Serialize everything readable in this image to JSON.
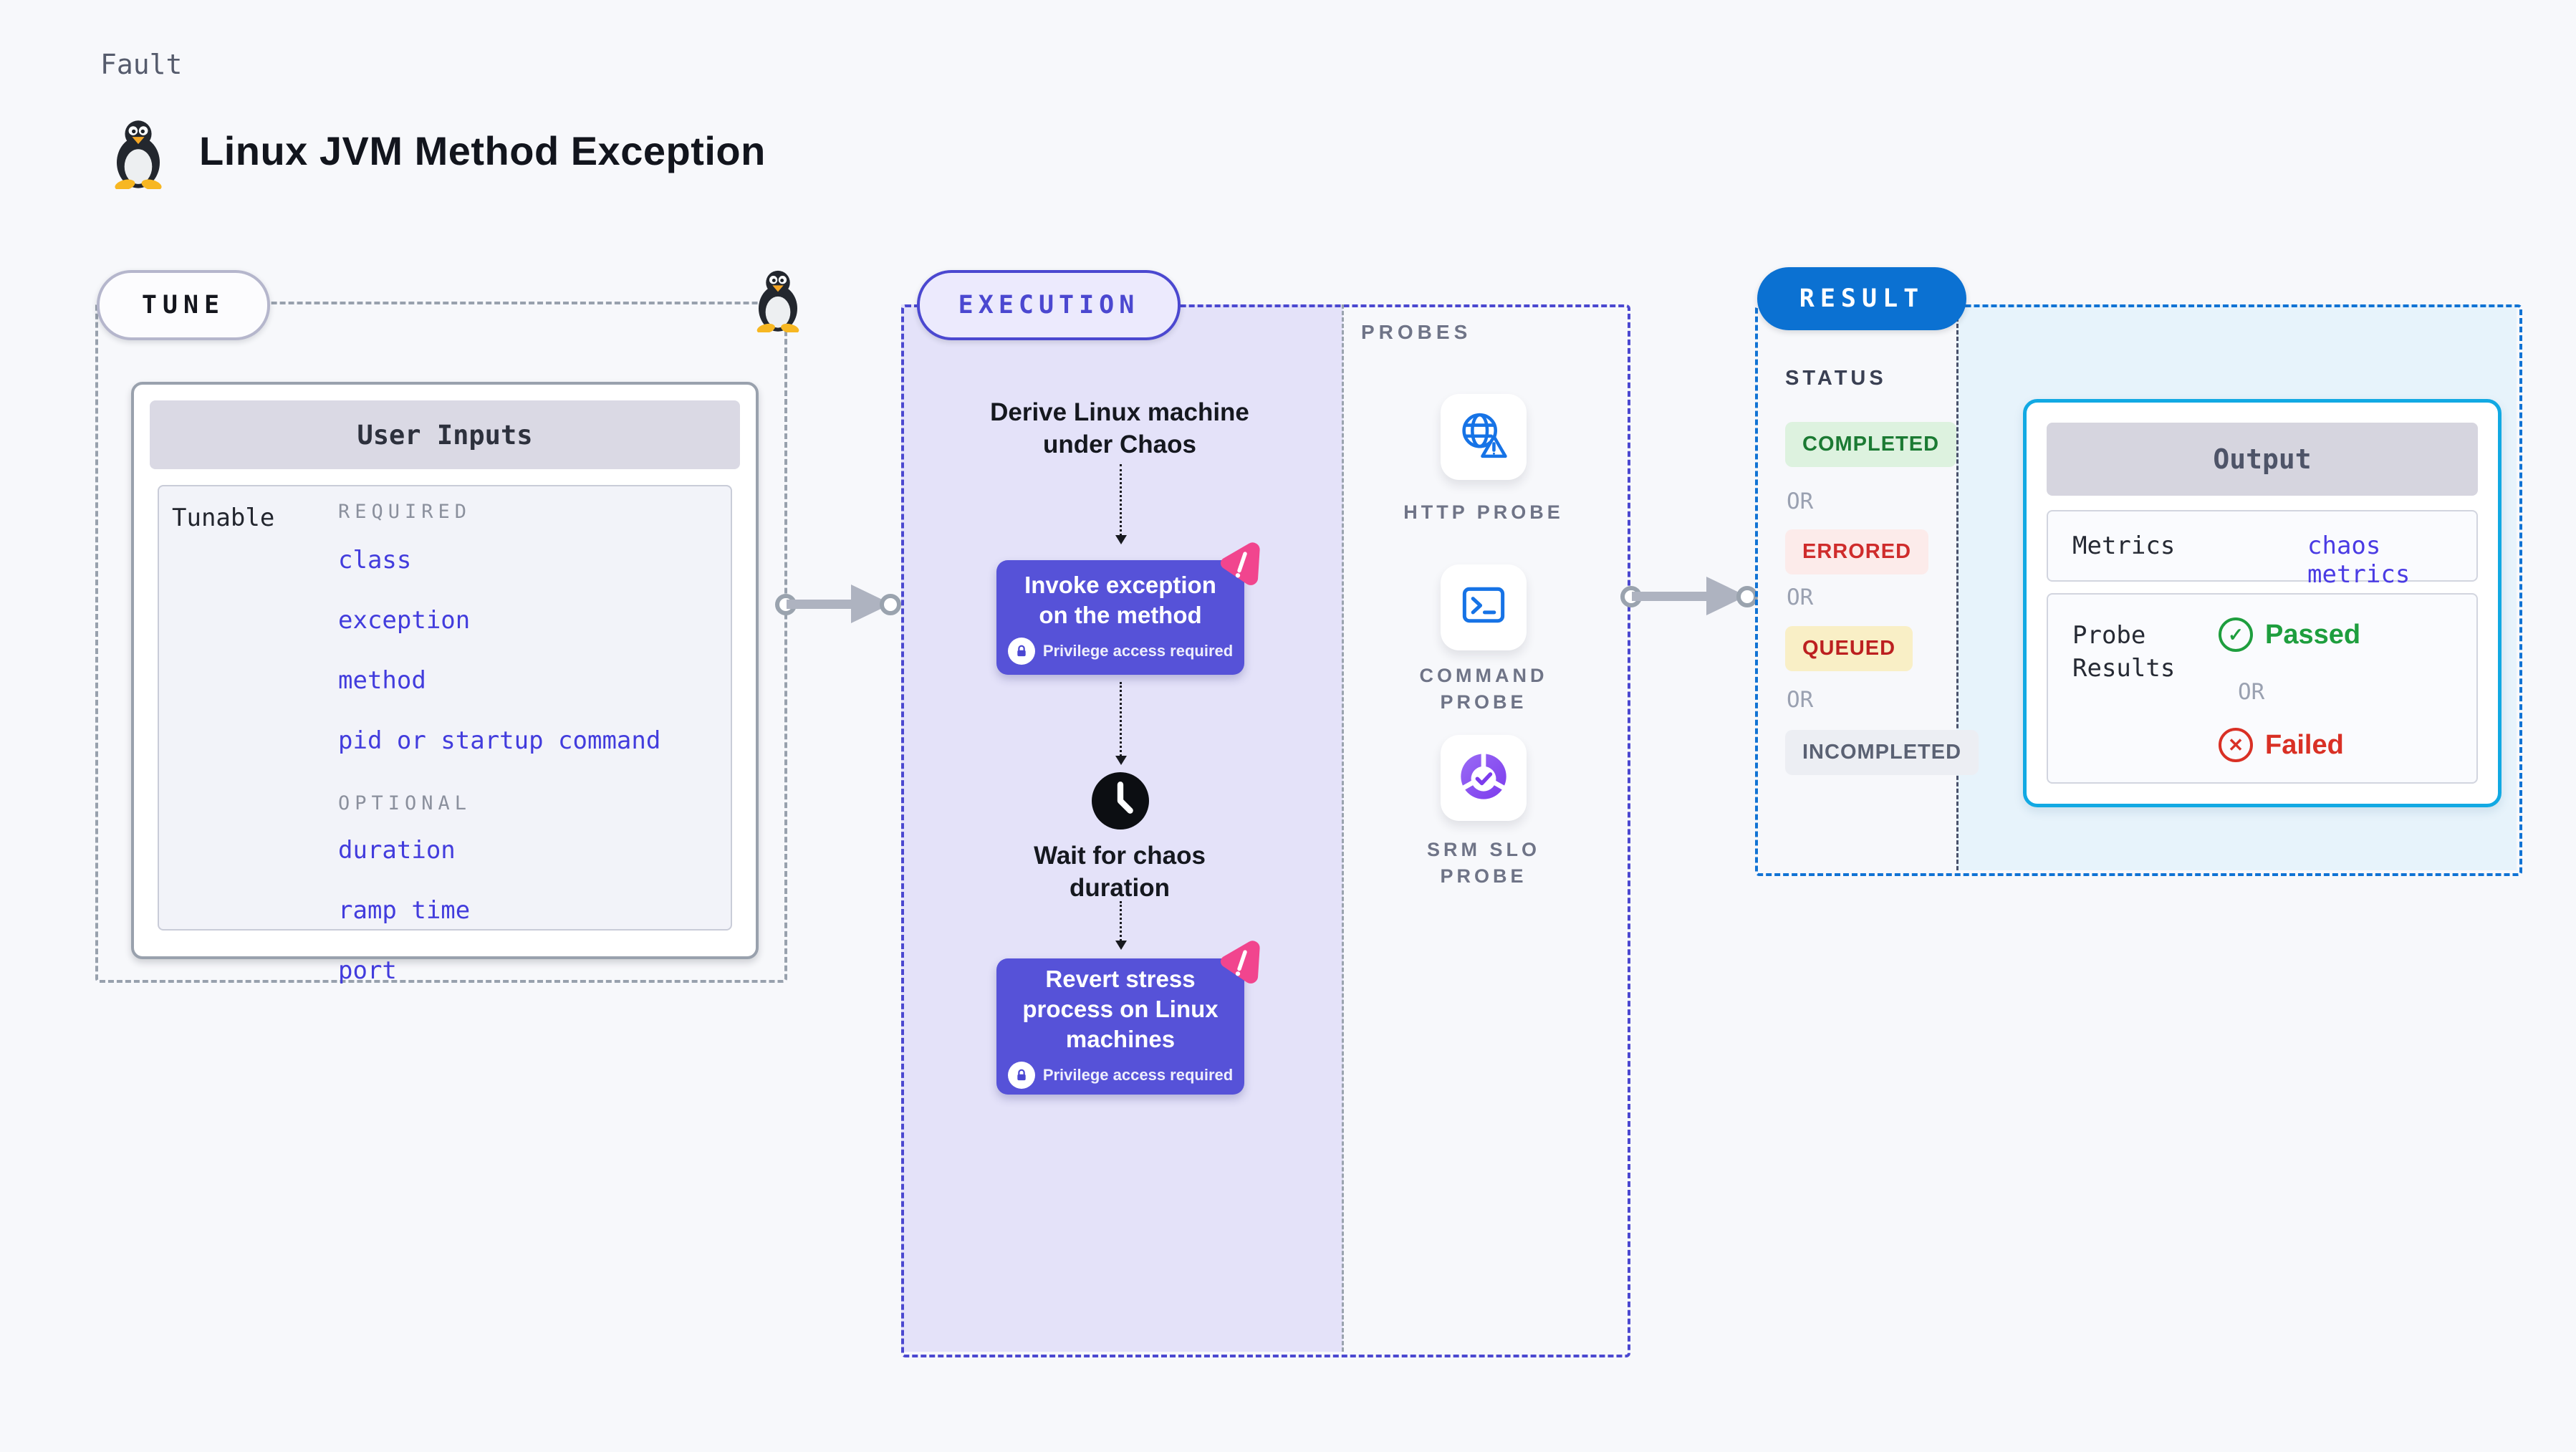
{
  "header": {
    "kicker": "Fault",
    "title": "Linux JVM Method Exception"
  },
  "tune": {
    "badge": "TUNE",
    "card_title": "User Inputs",
    "row_label": "Tunable",
    "required_label": "REQUIRED",
    "required_items": [
      "class",
      "exception",
      "method",
      "pid or startup command"
    ],
    "optional_label": "OPTIONAL",
    "optional_items": [
      "duration",
      "ramp time",
      "port"
    ]
  },
  "execution": {
    "badge": "EXECUTION",
    "derive_step": "Derive Linux machine under Chaos",
    "invoke_step": {
      "title": "Invoke exception on the method",
      "note": "Privilege access required"
    },
    "wait_step": "Wait for chaos duration",
    "revert_step": {
      "title": "Revert stress process on Linux machines",
      "note": "Privilege access required"
    }
  },
  "probes": {
    "label": "PROBES",
    "items": [
      {
        "name": "HTTP PROBE",
        "icon": "globe-alert-icon"
      },
      {
        "name": "COMMAND PROBE",
        "icon": "terminal-icon"
      },
      {
        "name": "SRM SLO PROBE",
        "icon": "slo-pie-check-icon"
      }
    ]
  },
  "result": {
    "badge": "RESULT",
    "status_label": "STATUS",
    "or_label": "OR",
    "statuses": [
      {
        "label": "COMPLETED",
        "fg": "#1b7a33",
        "bg": "#ddf2df"
      },
      {
        "label": "ERRORED",
        "fg": "#cf2c2c",
        "bg": "#fcebea"
      },
      {
        "label": "QUEUED",
        "fg": "#bc2020",
        "bg": "#f9efc6"
      },
      {
        "label": "INCOMPLETED",
        "fg": "#5a6173",
        "bg": "#eceef3"
      }
    ],
    "output": {
      "title": "Output",
      "metrics_label": "Metrics",
      "metrics_value": "chaos metrics",
      "probe_results_label": "Probe Results",
      "passed_label": "Passed",
      "or_label": "OR",
      "failed_label": "Failed"
    }
  },
  "colors": {
    "accent_indigo": "#4b48d0",
    "node_fill": "#5652d8",
    "execution_fill": "#e4e2f9",
    "result_border": "#1173d4",
    "result_fill": "#e7f3fb",
    "output_border": "#12a9e3",
    "link": "#423cdd",
    "passed": "#1e9e3e",
    "failed": "#d93025",
    "probe_icon_blue": "#1673e6",
    "pink_badge": "#f1458e"
  }
}
